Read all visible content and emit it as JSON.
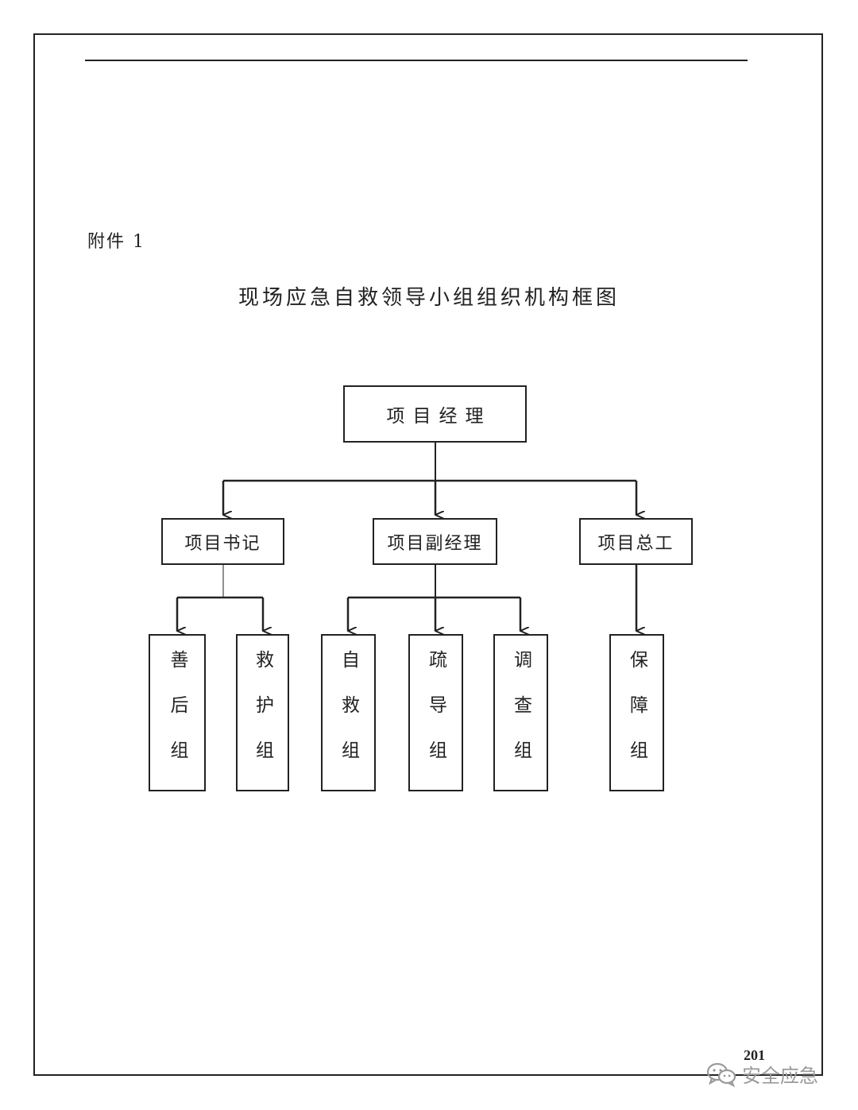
{
  "document": {
    "attachment_label": "附件 1",
    "title": "现场应急自救领导小组组织机构框图",
    "page_number": "201"
  },
  "org_chart": {
    "root": "项目经理",
    "managers": [
      {
        "label": "项目书记",
        "groups": [
          "善后组",
          "救护组"
        ]
      },
      {
        "label": "项目副经理",
        "groups": [
          "自救组",
          "疏导组",
          "调查组"
        ]
      },
      {
        "label": "项目总工",
        "groups": [
          "保障组"
        ]
      }
    ]
  },
  "watermark": {
    "icon": "wechat-icon",
    "text": "安全应急"
  }
}
